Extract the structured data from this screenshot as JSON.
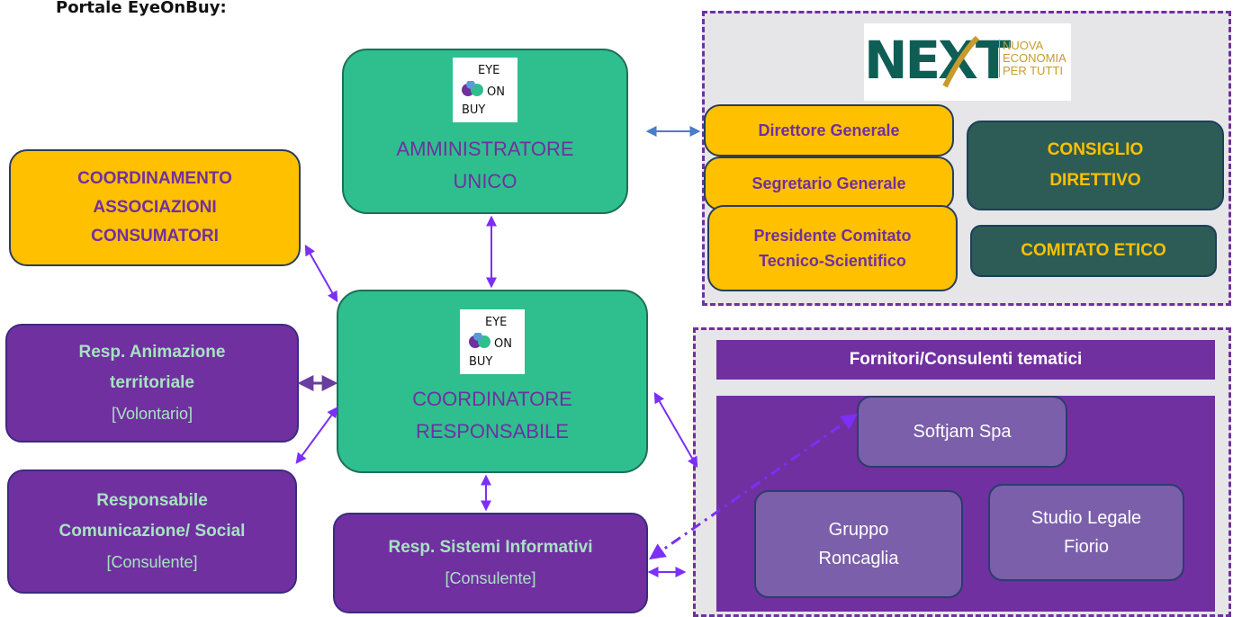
{
  "page_title": "Portale EyeOnBuy:",
  "logo": {
    "line1": "EYE",
    "line2": "ON",
    "line3": "BUY"
  },
  "next_logo": {
    "mark": "NEXT",
    "line1": "NUOVA",
    "line2": "ECONOMIA",
    "line3": "PER TUTTI"
  },
  "amministratore": {
    "line1": "AMMINISTRATORE",
    "line2": "UNICO"
  },
  "coordinatore": {
    "line1": "COORDINATORE",
    "line2": "RESPONSABILE"
  },
  "coordinamento": {
    "line1": "COORDINAMENTO",
    "line2": "ASSOCIAZIONI",
    "line3": "CONSUMATORI"
  },
  "resp_animazione": {
    "line1": "Resp. Animazione",
    "line2": "territoriale",
    "role": "[Volontario]"
  },
  "resp_comunicazione": {
    "line1": "Responsabile",
    "line2": "Comunicazione/ Social",
    "role": "[Consulente]"
  },
  "resp_sistemi": {
    "line1": "Resp. Sistemi Informativi",
    "role": "[Consulente]"
  },
  "next_panel": {
    "direttore": "Direttore Generale",
    "segretario": "Segretario Generale",
    "presidente_line1": "Presidente Comitato",
    "presidente_line2": "Tecnico-Scientifico",
    "consiglio_line1": "CONSIGLIO",
    "consiglio_line2": "DIRETTIVO",
    "comitato": "COMITATO ETICO"
  },
  "fornitori_panel": {
    "header": "Fornitori/Consulenti tematici",
    "softjam": "Softjam Spa",
    "roncaglia_line1": "Gruppo",
    "roncaglia_line2": "Roncaglia",
    "legale_line1": "Studio Legale",
    "legale_line2": "Fiorio"
  },
  "colors": {
    "green": "#2fbf8f",
    "gold": "#ffc000",
    "purple": "#7030a0",
    "teal": "#2c5c55",
    "lavender": "#7b5fab",
    "panel": "#e6e6e8",
    "text_purple": "#7030a0",
    "text_green": "#a6e3c0"
  }
}
